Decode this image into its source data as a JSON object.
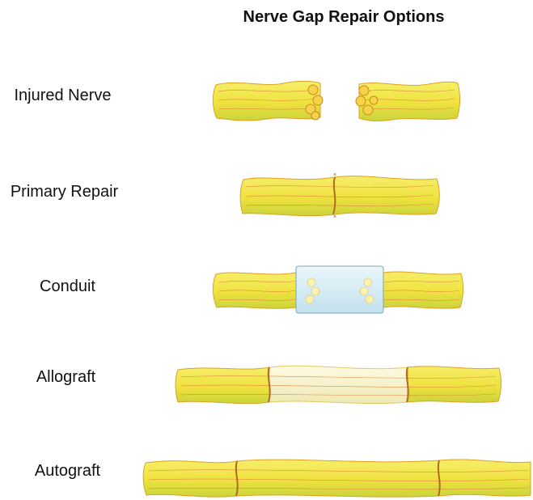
{
  "title": "Nerve Gap Repair Options",
  "rows": [
    {
      "label": "Injured Nerve"
    },
    {
      "label": "Primary Repair"
    },
    {
      "label": "Conduit"
    },
    {
      "label": "Allograft"
    },
    {
      "label": "Autograft"
    }
  ],
  "colors": {
    "nerve_fill": "#f2e84a",
    "nerve_edge": "#e0a020",
    "fascicle_line": "#e08a40",
    "allograft_fill": "#fbf6cf",
    "conduit_fill": "#cfe8f2",
    "conduit_edge": "#7aa3b8",
    "suture": "#8a4a2a"
  }
}
